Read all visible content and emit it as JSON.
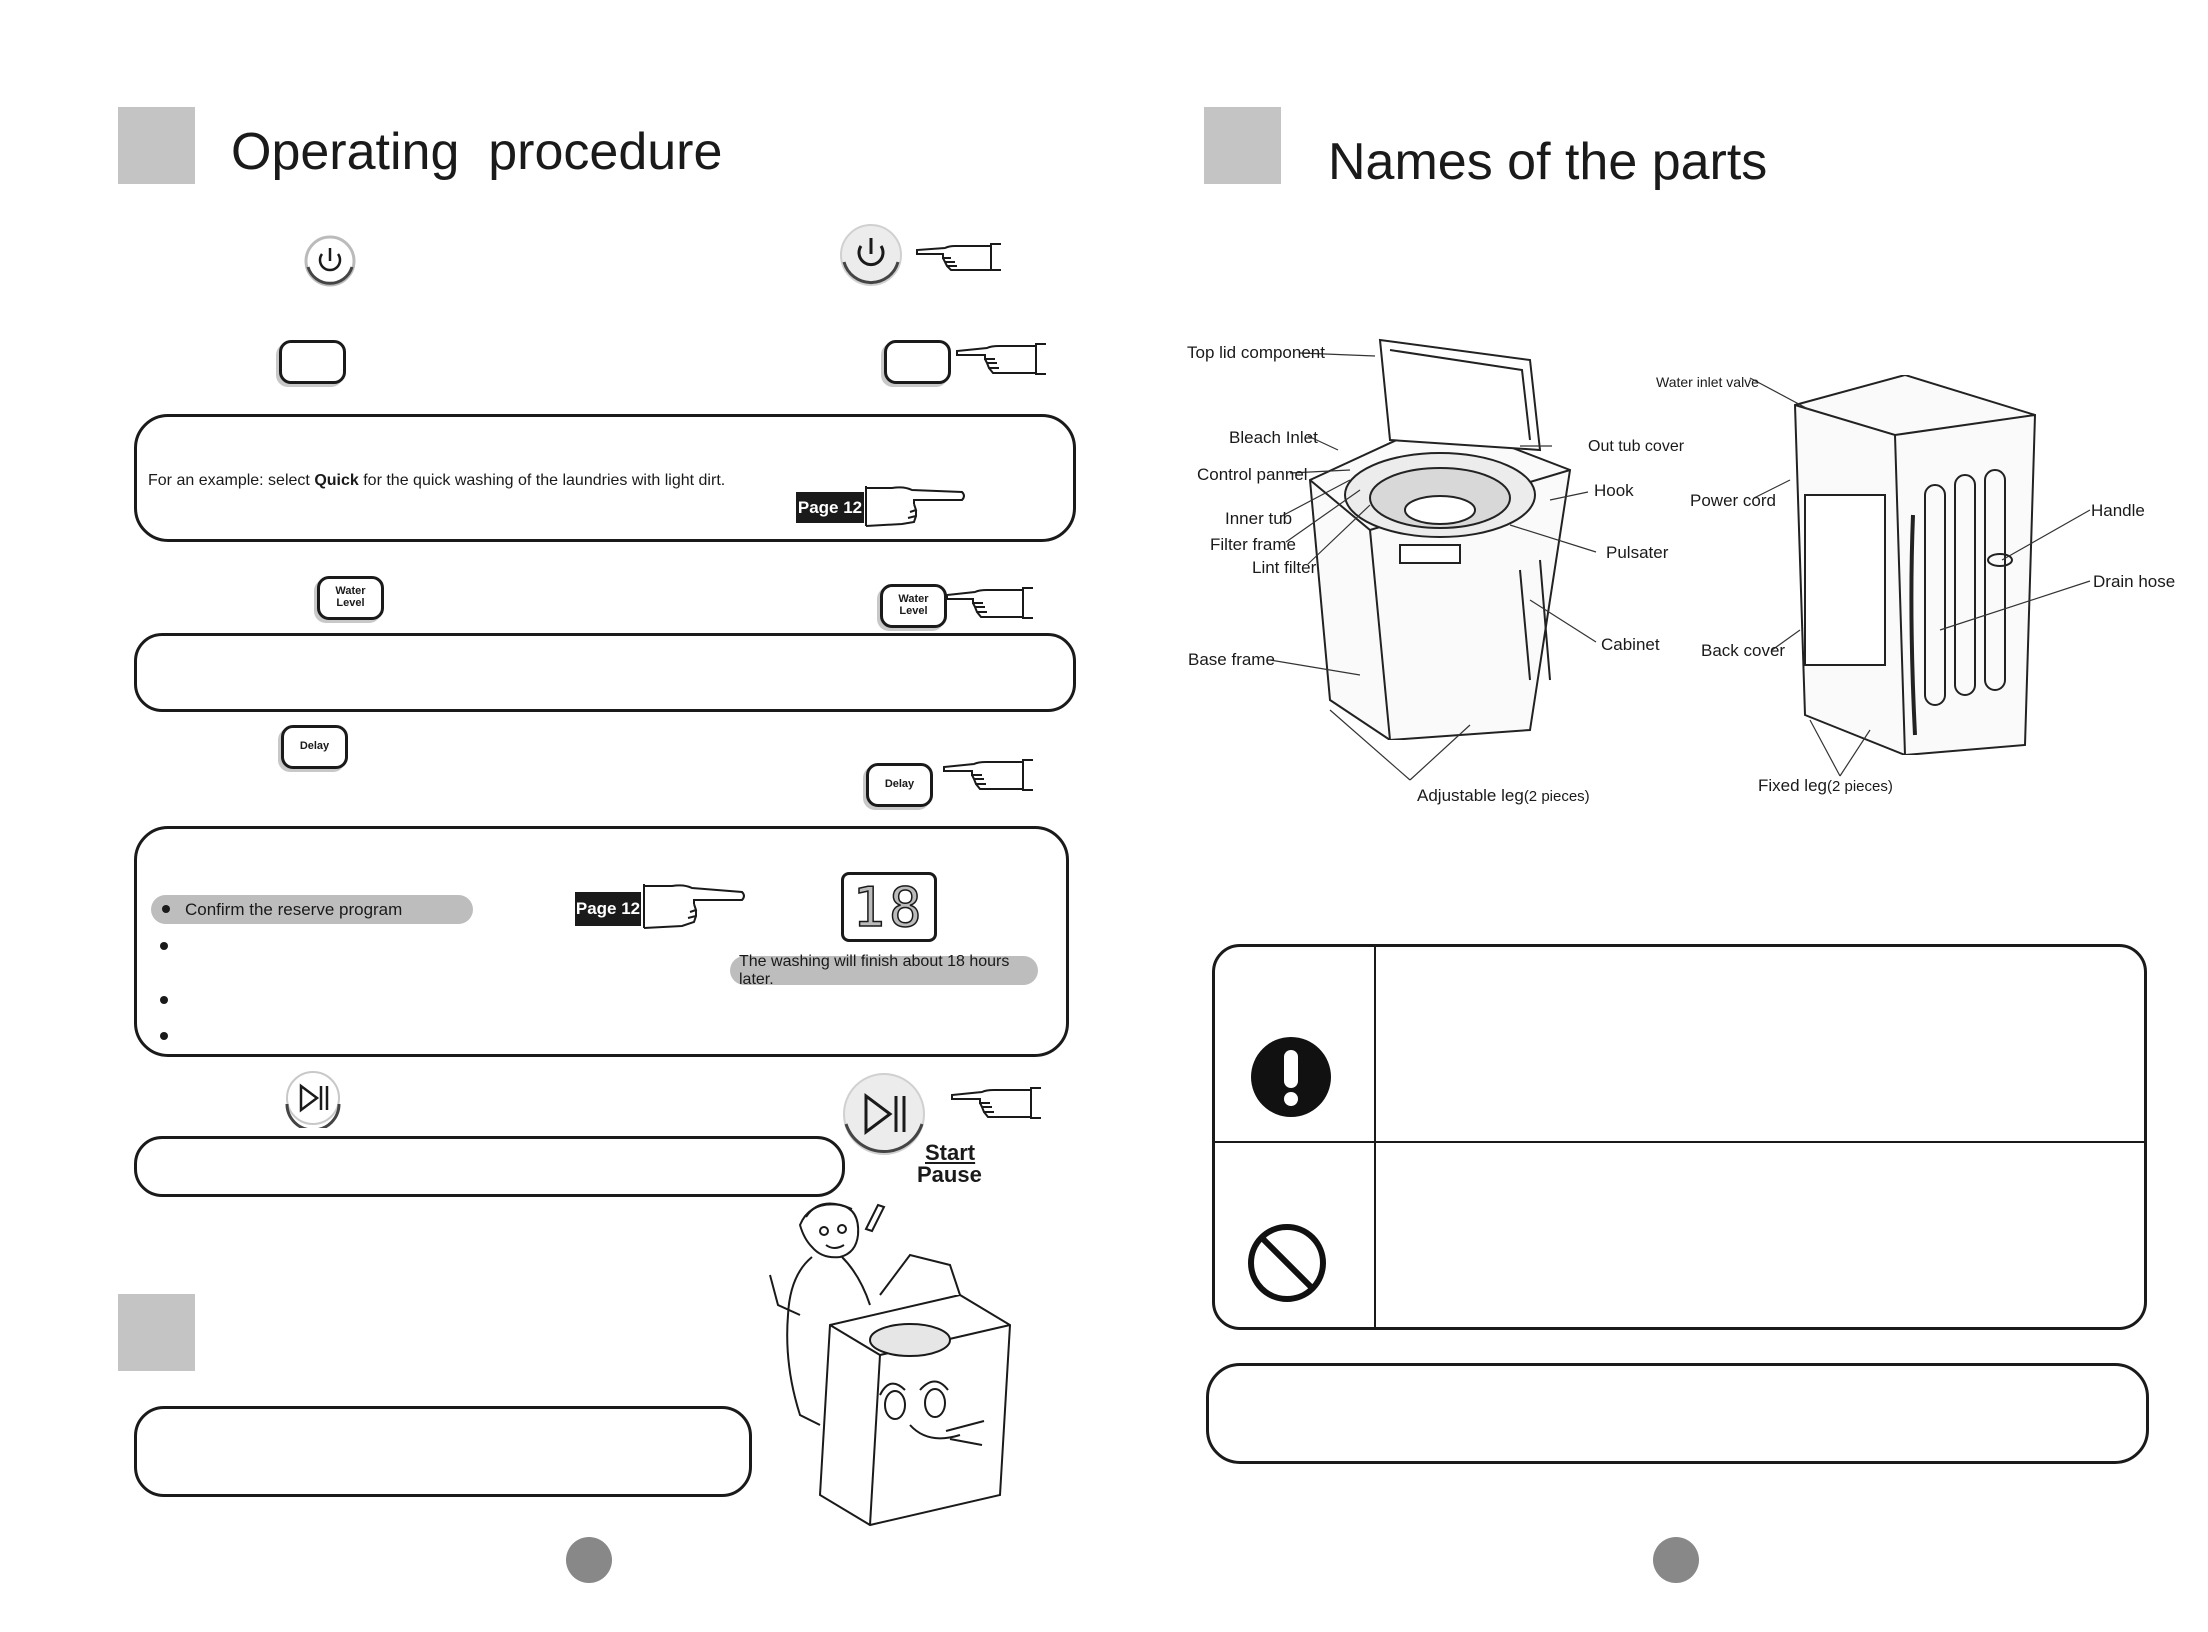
{
  "left": {
    "title": "Operating  procedure",
    "example_text": "For an example: select",
    "example_quick": "Quick",
    "example_rest": "for the quick washing of the laundries with light dirt.",
    "page_ref_1": "Page 12",
    "water_level_label": "Water Level",
    "delay_label": "Delay",
    "reserve_pill": "Confirm the reserve program",
    "page_ref_2": "Page 12",
    "display_digits": "18",
    "finish_pill": "The washing will finish about 18 hours later.",
    "start_label": "Start",
    "pause_label": "Pause"
  },
  "right": {
    "title": "Names of the parts",
    "labels": {
      "top_lid": "Top lid component",
      "bleach_inlet": "Bleach Inlet",
      "control_pannel": "Control pannel",
      "inner_tub": "Inner tub",
      "filter_frame": "Filter frame",
      "lint_filter": "Lint filter",
      "base_frame": "Base frame",
      "out_tub_cover": "Out tub cover",
      "hook": "Hook",
      "pulsater": "Pulsater",
      "cabinet": "Cabinet",
      "adjustable_leg": "Adjustable leg",
      "adjustable_leg_qty": "(2 pieces)",
      "water_inlet_valve": "Water inlet valve",
      "power_cord": "Power cord",
      "handle": "Handle",
      "drain_hose": "Drain hose",
      "back_cover": "Back cover",
      "fixed_leg": "Fixed leg",
      "fixed_leg_qty": "(2 pieces)"
    }
  },
  "icons": {
    "power": "power-icon",
    "play_pause": "play-pause-icon",
    "pointing_hand": "pointing-hand-icon",
    "warning": "exclamation-icon",
    "prohibited": "prohibited-icon"
  }
}
